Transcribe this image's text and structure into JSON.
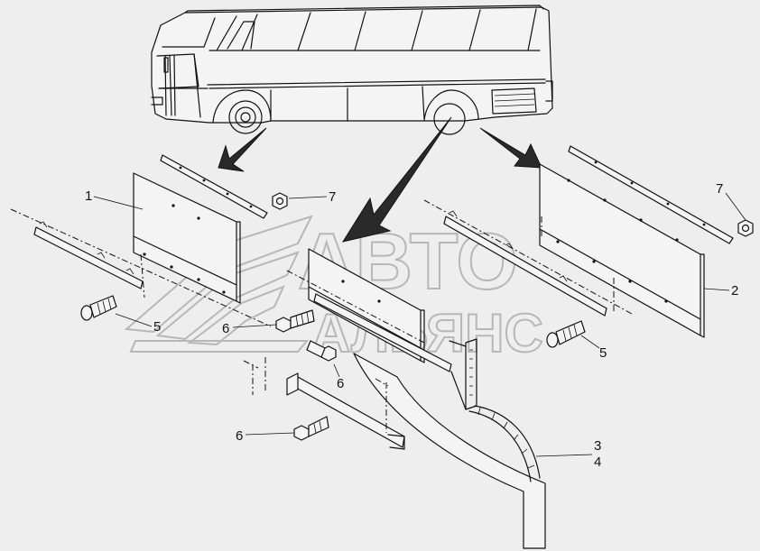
{
  "watermark": {
    "line1": "АВТО",
    "line2": "АЛЬЯНС"
  },
  "callouts": [
    {
      "id": "c1",
      "text": "1"
    },
    {
      "id": "c2",
      "text": "2"
    },
    {
      "id": "c3",
      "text": "3"
    },
    {
      "id": "c4",
      "text": "4"
    },
    {
      "id": "c5a",
      "text": "5"
    },
    {
      "id": "c5b",
      "text": "5"
    },
    {
      "id": "c6a",
      "text": "6"
    },
    {
      "id": "c6b",
      "text": "6"
    },
    {
      "id": "c6c",
      "text": "6"
    },
    {
      "id": "c7a",
      "text": "7"
    },
    {
      "id": "c7b",
      "text": "7"
    }
  ],
  "colors": {
    "background": "#eeeeee",
    "line": "#111111",
    "watermark": "#b7b7b7"
  }
}
